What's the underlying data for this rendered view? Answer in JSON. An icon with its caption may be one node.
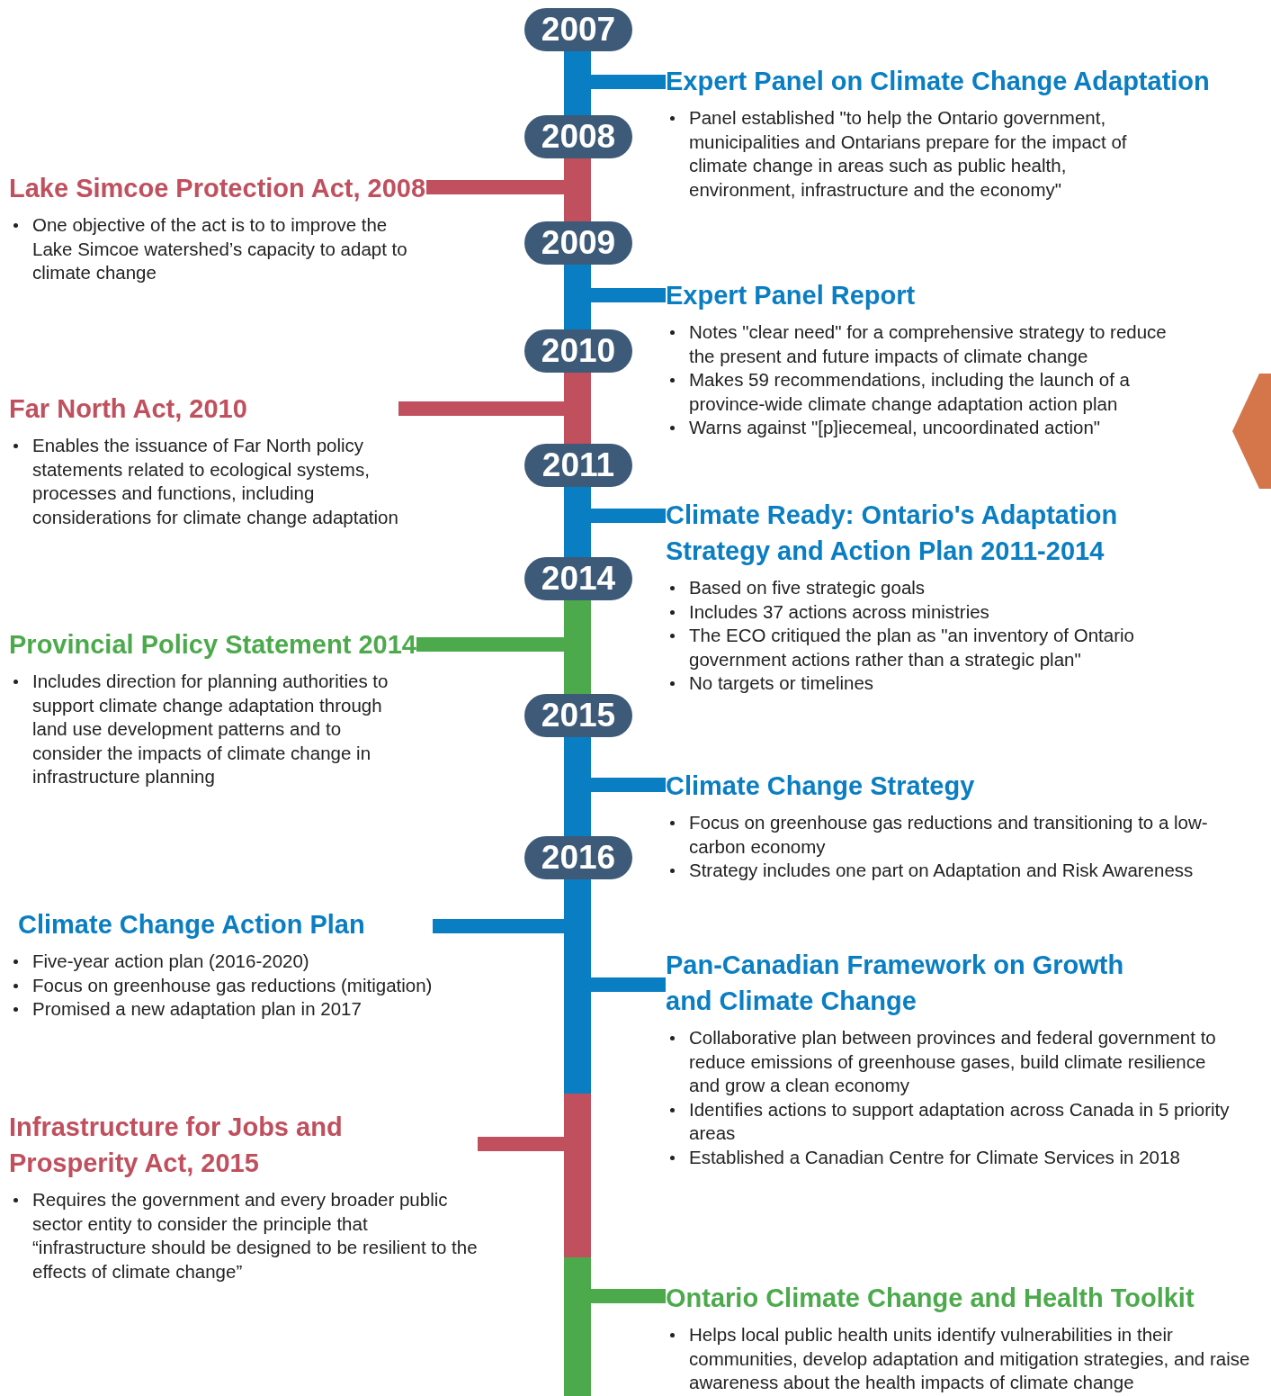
{
  "diagram": {
    "nodes": [
      {
        "text": [
          "2007"
        ]
      },
      {
        "text": [],
        "shape": "bar"
      },
      {
        "text": [
          "Expert Panel on Climate Change Adaptation",
          "Panel established \"to help the Ontario government, municipalities and Ontarians prepare for the impact of climate change in areas such as public health, environment, infrastructure and the economy\""
        ]
      },
      {
        "text": [
          "2008"
        ]
      },
      {
        "text": [],
        "shape": "bar"
      },
      {
        "text": [
          "Lake Simcoe Protection Act, 2008",
          "One objective of the act is to to improve the Lake Simcoe watershed’s capacity to adapt to climate change"
        ]
      },
      {
        "text": [
          "2009"
        ]
      },
      {
        "text": [],
        "shape": "bar"
      },
      {
        "text": [
          "Expert Panel Report",
          "Notes \"clear need\" for a comprehensive strategy to reduce the present and future impacts of climate change",
          "Makes 59 recommendations, including the launch of a province-wide climate change adaptation action plan",
          "Warns against \"[p]iecemeal, uncoordinated action\""
        ]
      },
      {
        "text": [
          "2010"
        ]
      },
      {
        "text": [],
        "shape": "bar"
      },
      {
        "text": [
          "Far North Act, 2010",
          "Enables the issuance of Far North policy statements related to ecological systems, processes and functions, including considerations for climate change adaptation"
        ]
      },
      {
        "text": [],
        "shape": "chevron"
      },
      {
        "text": [
          "2011"
        ]
      },
      {
        "text": [],
        "shape": "bar"
      },
      {
        "text": [
          "Climate Ready: Ontario's Adaptation Strategy and Action Plan 2011-2014",
          "Based on five strategic goals",
          "Includes 37 actions across ministries",
          "The ECO critiqued the plan as \"an inventory of Ontario government actions rather than a strategic plan\"",
          "No targets or timelines"
        ]
      },
      {
        "text": [
          "2014"
        ]
      },
      {
        "text": [],
        "shape": "bar"
      },
      {
        "text": [
          "Provincial Policy Statement 2014",
          "Includes direction for planning authorities to support climate change adaptation through land use development patterns and to consider the impacts of climate change in infrastructure planning"
        ]
      },
      {
        "text": [
          "2015"
        ]
      },
      {
        "text": [],
        "shape": "bar"
      },
      {
        "text": [
          "Climate Change Strategy",
          "Focus on greenhouse gas reductions and transitioning to a low-carbon economy",
          "Strategy includes one part on Adaptation and Risk Awareness"
        ]
      },
      {
        "text": [
          "2016"
        ]
      },
      {
        "text": [],
        "shape": "bar"
      },
      {
        "text": [
          "Climate Change Action Plan",
          "Five-year action plan (2016-2020)",
          "Focus on greenhouse gas reductions (mitigation)",
          "Promised a new adaptation plan in 2017"
        ]
      },
      {
        "text": [
          "Pan-Canadian Framework on Growth and Climate Change",
          "Collaborative plan between provinces and federal government to reduce emissions of greenhouse gases, build climate resilience and grow a clean economy",
          "Identifies actions to support adaptation across Canada in 5 priority areas",
          "Established a Canadian Centre for Climate Services in 2018"
        ]
      },
      {
        "text": [
          "Infrastructure for Jobs and Prosperity Act, 2015",
          "Requires the government and every broader public sector entity to consider the principle that “infrastructure should be designed to be resilient to the effects of climate change”"
        ]
      },
      {
        "text": [
          "Ontario Climate Change and Health Toolkit",
          "Helps local public health units identify vulnerabilities in their communities, develop adaptation and mitigation strategies, and raise awareness about the health impacts of climate change"
        ]
      }
    ],
    "edges": [
      {
        "from": 1,
        "to": 2,
        "arrow": "none"
      },
      {
        "from": 4,
        "to": 5,
        "arrow": "none",
        "color": "#c0505e"
      },
      {
        "from": 7,
        "to": 8,
        "arrow": "none"
      },
      {
        "from": 10,
        "to": 11,
        "arrow": "none",
        "color": "#c0505e"
      },
      {
        "from": 14,
        "to": 15,
        "arrow": "none"
      },
      {
        "from": 17,
        "to": 18,
        "arrow": "none",
        "color": "#4caa4c"
      },
      {
        "from": 20,
        "to": 21,
        "arrow": "none"
      },
      {
        "from": 23,
        "to": 24,
        "arrow": "none"
      },
      {
        "from": 23,
        "to": 25,
        "arrow": "none"
      },
      {
        "from": 23,
        "to": 26,
        "arrow": "none",
        "color": "#c0505e"
      },
      {
        "from": 23,
        "to": 27,
        "arrow": "none",
        "color": "#4caa4c"
      }
    ]
  }
}
